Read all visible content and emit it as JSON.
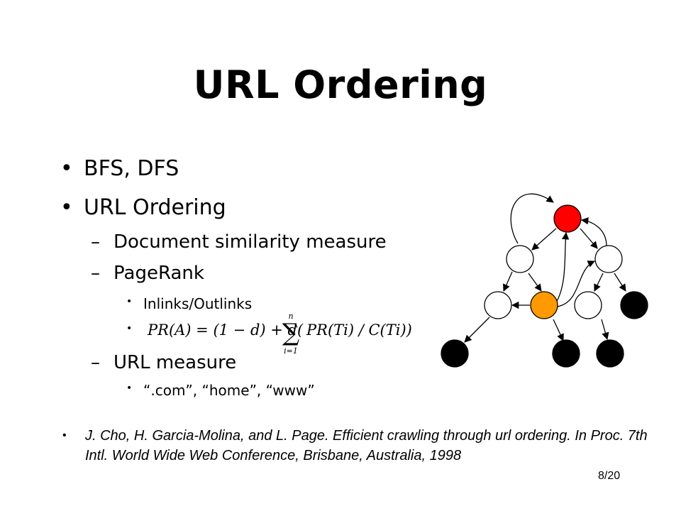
{
  "slide": {
    "title": "URL Ordering",
    "bullets": {
      "bfs_dfs": "BFS, DFS",
      "url_ordering": "URL Ordering",
      "doc_similarity": "Document similarity measure",
      "pagerank": "PageRank",
      "inlinks": "Inlinks/Outlinks",
      "url_measure": "URL measure",
      "url_examples": "“.com”, “home”, “www”"
    },
    "formula": {
      "lhs": "PR(A) = (1 − d) + d(",
      "sum_upper": "n",
      "sum_lower": "i=1",
      "rhs": "PR(Ti) / C(Ti))"
    },
    "dash": "–",
    "bullet_char": "•",
    "reference": "J. Cho, H. Garcia-Molina, and L. Page. Efficient crawling through url ordering. In Proc. 7th Intl. World Wide Web Conference, Brisbane, Australia, 1998",
    "page_number": "8/20"
  },
  "graph": {
    "colors": {
      "red": "#ff0000",
      "orange": "#ff9900",
      "black": "#000000",
      "white": "#ffffff"
    }
  }
}
